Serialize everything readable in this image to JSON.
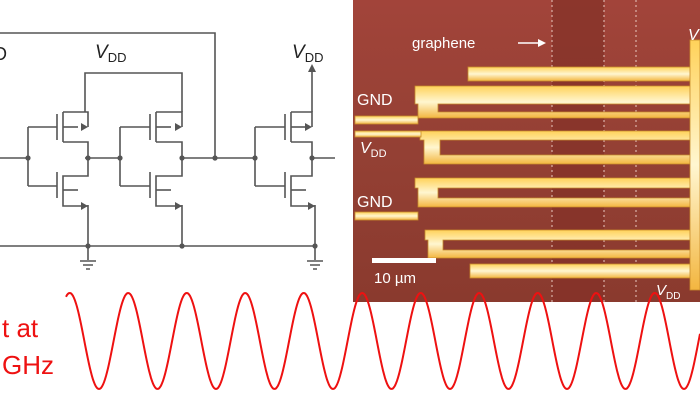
{
  "circuit": {
    "vdd_left_cut": "D",
    "vdd_mid": "V",
    "vdd_mid_sub": "DD",
    "vdd_right": "V",
    "vdd_right_sub": "DD"
  },
  "micrograph": {
    "graphene_label": "graphene",
    "gnd_top": "GND",
    "vdd_label": "V",
    "vdd_label_sub": "DD",
    "gnd_bottom": "GND",
    "scale_bar": "10 µm",
    "vdd_right_top": "V",
    "vdd_right_bottom": "V",
    "vdd_right_bottom_sub": "DD"
  },
  "waveform": {
    "text_line1": "t at",
    "text_line2": "GHz",
    "color": "#ee1111"
  },
  "colors": {
    "wire": "#555555",
    "substrate": "#9a3a2e",
    "electrode": "#ffe9a8"
  }
}
